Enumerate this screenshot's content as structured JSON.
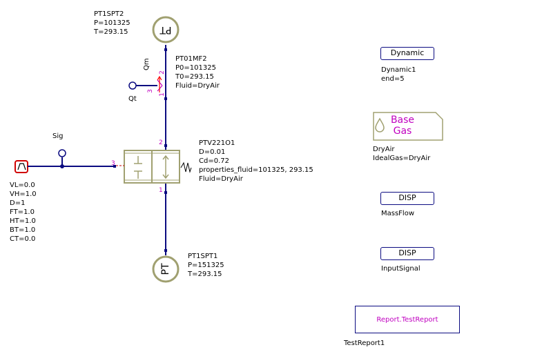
{
  "components": {
    "pt1spt2": {
      "name": "PT1SPT2",
      "params": [
        "P=101325",
        "T=293.15"
      ],
      "symbol": "PT"
    },
    "pt01mf2": {
      "name": "PT01MF2",
      "params": [
        "P0=101325",
        "T0=293.15",
        "Fluid=DryAir"
      ],
      "pin_label": "Qm",
      "port_q": "Qt"
    },
    "ptv22101": {
      "name": "PTV221O1",
      "params": [
        "D=0.01",
        "Cd=0.72",
        "properties_fluid=101325, 293.15",
        "Fluid=DryAir"
      ]
    },
    "pt1spt1": {
      "name": "PT1SPT1",
      "params": [
        "P=151325",
        "T=293.15"
      ],
      "symbol": "PT"
    },
    "signal": {
      "name": "Sig",
      "params": [
        "VL=0.0",
        "VH=1.0",
        "D=1",
        "FT=1.0",
        "HT=1.0",
        "BT=1.0",
        "CT=0.0"
      ]
    }
  },
  "pins": {
    "mf_top": "2",
    "mf_left": "3",
    "mf_bottom": "1",
    "valve_top": "2",
    "valve_left": "3",
    "valve_bottom": "1"
  },
  "right_panel": {
    "dynamic": {
      "button": "Dynamic",
      "name": "Dynamic1",
      "param": "end=5"
    },
    "base_gas": {
      "line1": "Base",
      "line2": "Gas",
      "name": "DryAir",
      "param": "IdealGas=DryAir"
    },
    "disp1": {
      "button": "DISP",
      "name": "MassFlow"
    },
    "disp2": {
      "button": "DISP",
      "name": "InputSignal"
    },
    "report": {
      "label": "Report.TestReport",
      "name": "TestReport1"
    }
  },
  "colors": {
    "wire": "#0a0a80",
    "symbol": "#a0a070",
    "pin": "#c000c0",
    "source": "#d00000"
  }
}
